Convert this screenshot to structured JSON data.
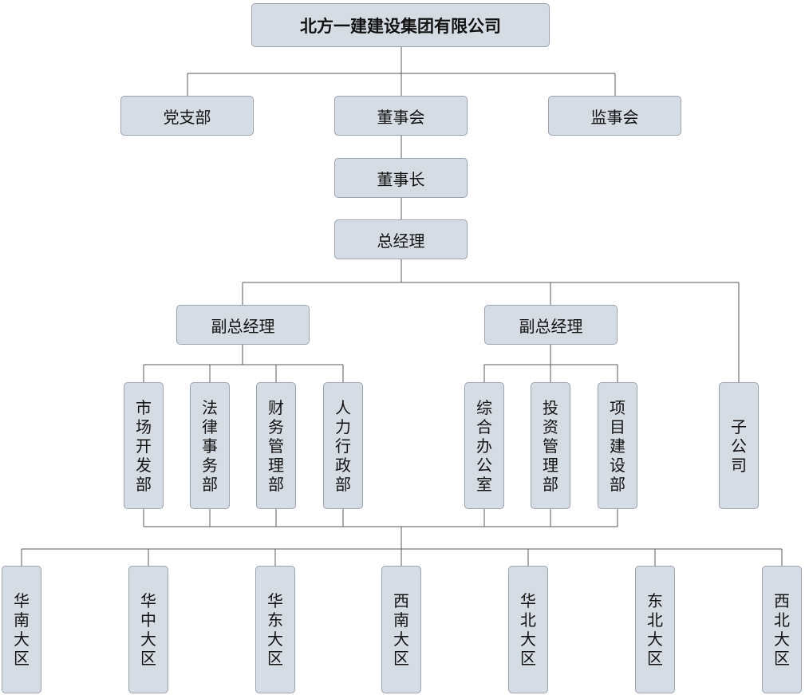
{
  "root": "北方一建建设集团有限公司",
  "level1": {
    "party": "党支部",
    "board": "董事会",
    "supervisors": "监事会"
  },
  "chairman": "董事长",
  "gm": "总经理",
  "vp_left": "副总经理",
  "vp_right": "副总经理",
  "departments_left": [
    "市场开发部",
    "法律事务部",
    "财务管理部",
    "人力行政部"
  ],
  "departments_right": [
    "综合办公室",
    "投资管理部",
    "项目建设部"
  ],
  "subsidiary": "子公司",
  "regions": [
    "华南大区",
    "华中大区",
    "华东大区",
    "西南大区",
    "华北大区",
    "东北大区",
    "西北大区"
  ],
  "colors": {
    "box_fill": "#d6dce4",
    "box_border": "#9aa3af",
    "connector": "#595959"
  }
}
